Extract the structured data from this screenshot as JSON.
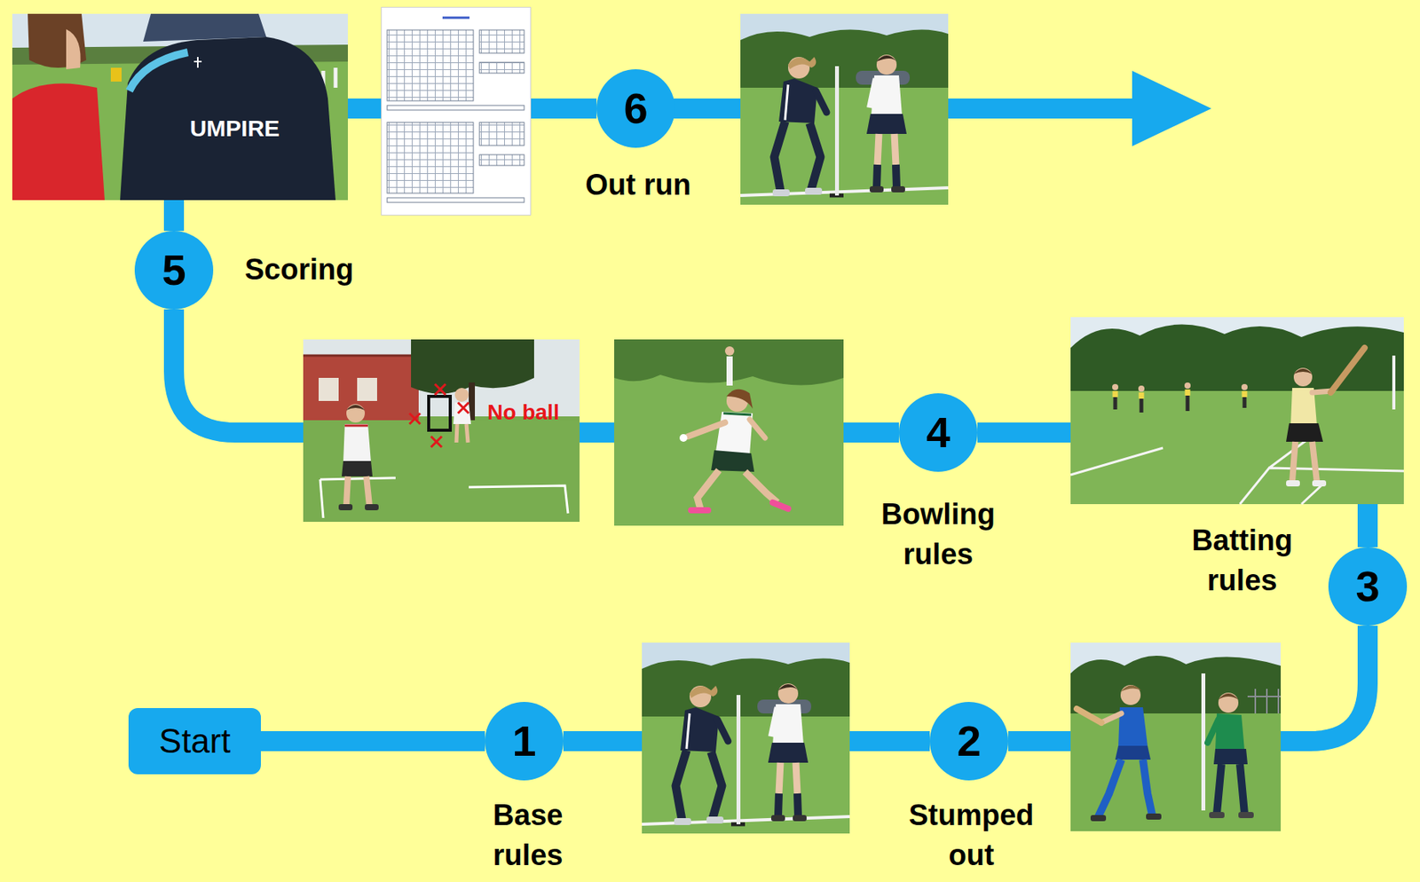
{
  "diagram": {
    "nodes": [
      {
        "text": [
          "Start"
        ]
      },
      {
        "text": [
          "1",
          "Base rules"
        ]
      },
      {
        "text": [
          "2",
          "Stumped out"
        ]
      },
      {
        "text": [
          "3",
          "Batting rules"
        ]
      },
      {
        "text": [
          "4",
          "Bowling rules"
        ]
      },
      {
        "text": [
          "5",
          "Scoring"
        ]
      },
      {
        "text": [
          "6",
          "Out run"
        ]
      }
    ],
    "edges": [
      {
        "from": 0,
        "to": 1,
        "arrow": "none"
      },
      {
        "from": 1,
        "to": 2,
        "arrow": "none"
      },
      {
        "from": 2,
        "to": 3,
        "arrow": "none"
      },
      {
        "from": 3,
        "to": 4,
        "arrow": "none"
      },
      {
        "from": 4,
        "to": 5,
        "arrow": "none"
      },
      {
        "from": 5,
        "to": 6,
        "arrow": "none"
      }
    ],
    "labels": [
      "UMPIRE",
      "No ball"
    ]
  }
}
